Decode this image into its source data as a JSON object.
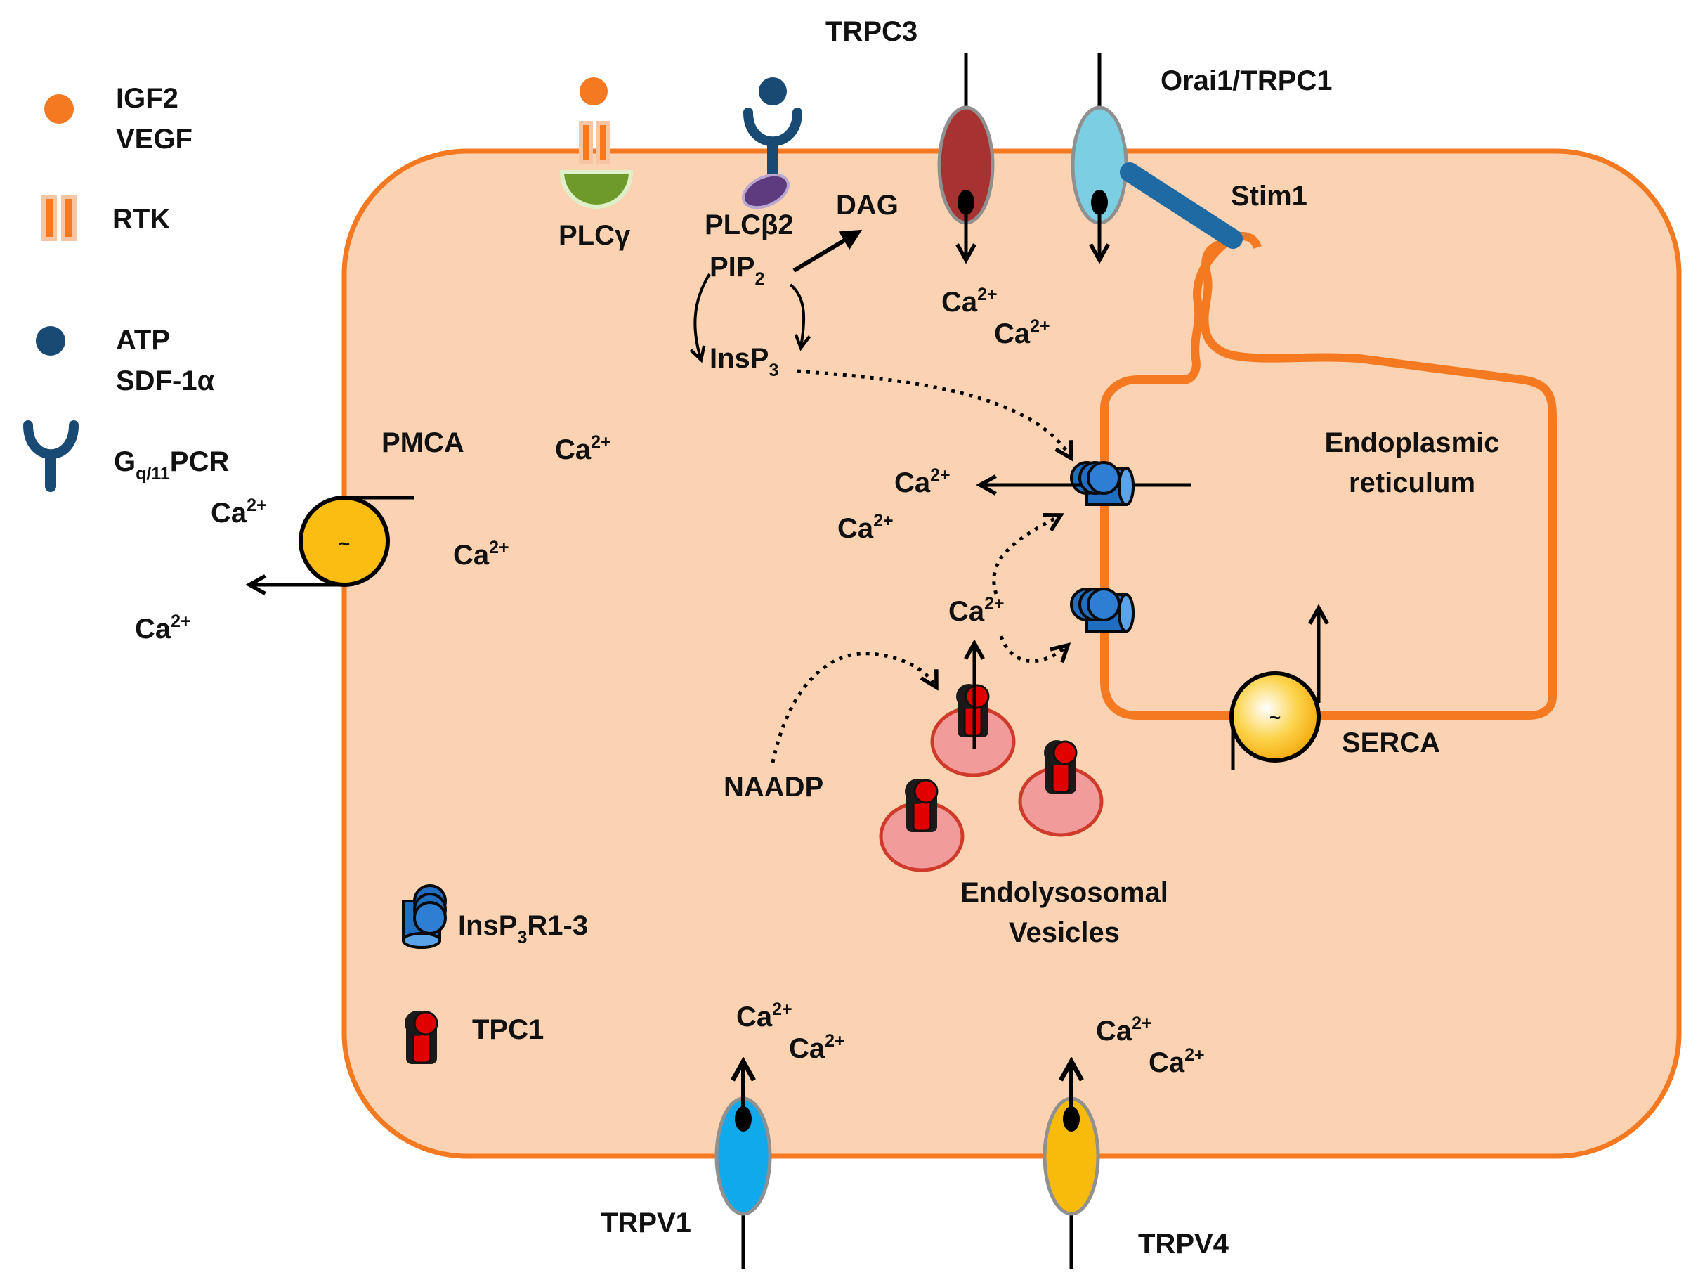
{
  "legend": {
    "ligand_growth_factors": "IGF2\nVEGF",
    "rtk": "RTK",
    "ligand_purinergic": "ATP\nSDF-1α",
    "gpcr_main": "G",
    "gpcr_sub": "q/11",
    "gpcr_suffix": "PCR",
    "insp3r_main": "InsP",
    "insp3r_sub": "3",
    "insp3r_suffix": "R1-3",
    "tpc1": "TPC1"
  },
  "labels": {
    "plcg": "PLCγ",
    "plcb2": "PLCβ2",
    "dag": "DAG",
    "pip2_main": "PIP",
    "pip2_sub": "2",
    "insp3_main": "InsP",
    "insp3_sub": "3",
    "trpc3": "TRPC3",
    "orai1": "Orai1/TRPC1",
    "stim1": "Stim1",
    "pmca": "PMCA",
    "er_line1": "Endoplasmic",
    "er_line2": "reticulum",
    "serca": "SERCA",
    "naadp": "NAADP",
    "endo_line1": "Endolysosomal",
    "endo_line2": "Vesicles",
    "trpv1": "TRPV1",
    "trpv4": "TRPV4",
    "ca_base": "Ca",
    "ca_sup": "2+",
    "pump_symbol": "~"
  },
  "colors": {
    "cell_fill": "#fbd3b2",
    "cell_border": "#f47920",
    "ligand_orange": "#f47920",
    "ligand_navy": "#184a73",
    "plcg_green": "#6e9a2c",
    "plcb2_purple": "#5d3b7e",
    "trpc3_red": "#a73232",
    "orai_cyan": "#7ccfe3",
    "stim_blue": "#1f6aa3",
    "insp3r_blue": "#1f6ec2",
    "pump_yellow": "#fcbd12",
    "tpc_red": "#e00000",
    "vesicle_pink": "#f19b9b",
    "vesicle_border": "#cf3a2a",
    "trpv1_blue": "#10a9ec",
    "trpv4_yellow": "#f8bb0c"
  }
}
